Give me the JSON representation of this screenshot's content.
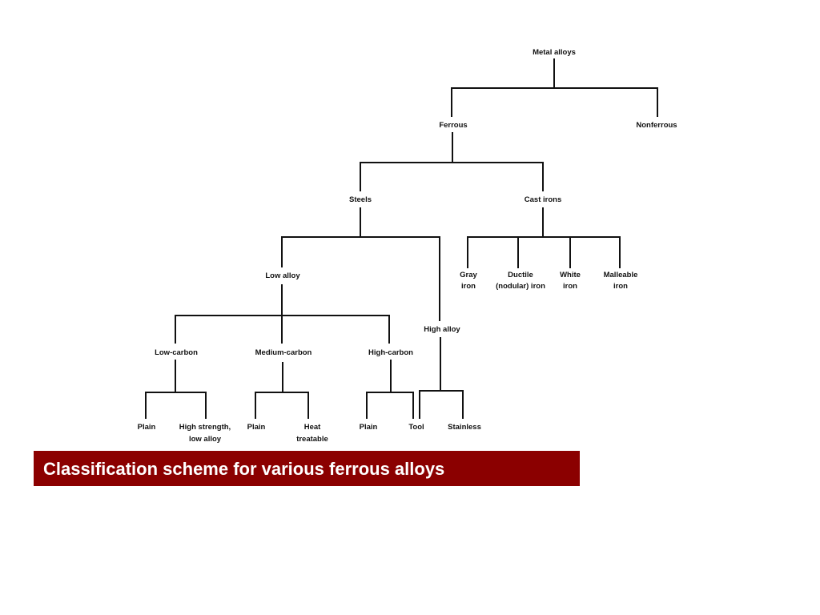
{
  "diagram": {
    "nodes": {
      "metal_alloys": "Metal alloys",
      "ferrous": "Ferrous",
      "nonferrous": "Nonferrous",
      "steels": "Steels",
      "cast_irons": "Cast irons",
      "low_alloy": "Low alloy",
      "high_alloy": "High alloy",
      "low_carbon": "Low-carbon",
      "medium_carbon": "Medium-carbon",
      "high_carbon": "High-carbon",
      "lc_plain": "Plain",
      "lc_hsla_1": "High strength,",
      "lc_hsla_2": "low alloy",
      "mc_plain": "Plain",
      "mc_heat_1": "Heat",
      "mc_heat_2": "treatable",
      "hc_plain": "Plain",
      "hc_tool": "Tool",
      "ha_stainless": "Stainless",
      "gray_1": "Gray",
      "gray_2": "iron",
      "ductile_1": "Ductile",
      "ductile_2": "(nodular) iron",
      "white_1": "White",
      "white_2": "iron",
      "malleable_1": "Malleable",
      "malleable_2": "iron"
    }
  },
  "caption": {
    "text": "Classification scheme for various ferrous alloys",
    "background": "#8b0000",
    "color": "#ffffff"
  }
}
